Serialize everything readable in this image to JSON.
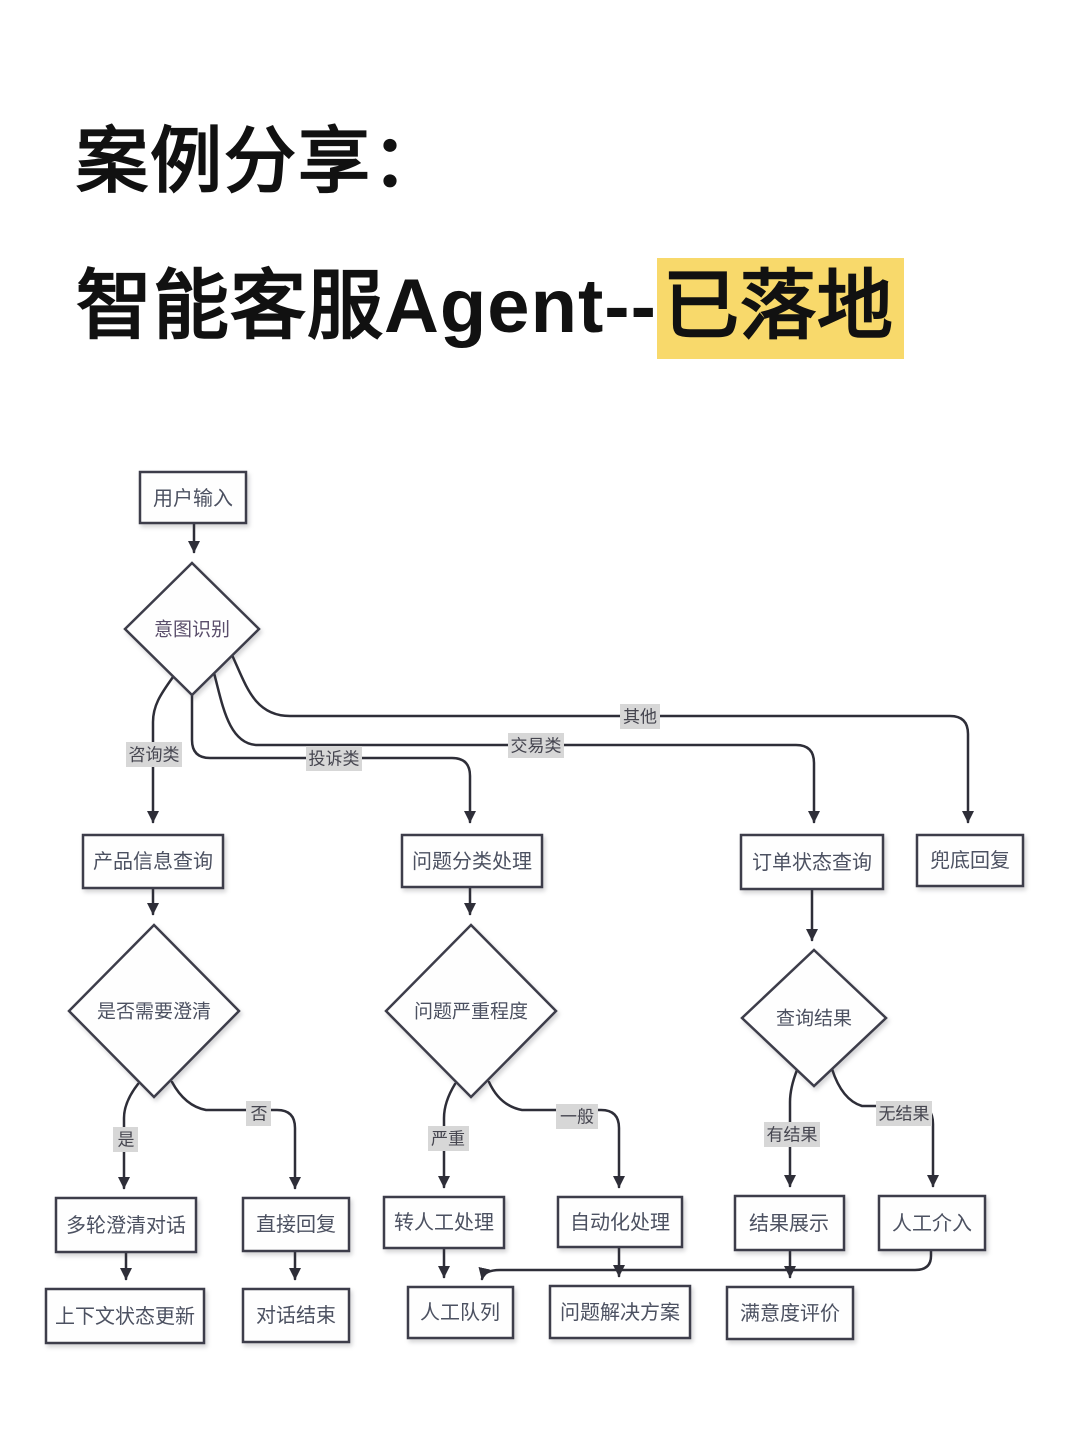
{
  "header": {
    "line1": "案例分享：",
    "line2_prefix": "智能客服Agent--",
    "line2_highlight": "已落地",
    "highlight_color": "#f8d96b",
    "text_color": "#111111"
  },
  "flowchart": {
    "colors": {
      "node_border": "#3d3d4a",
      "line": "#2e2e38",
      "node_text": "#4c5161",
      "intent_text": "#5a4e6b",
      "user_input_fill": "#d9e7f5",
      "intent_fill": "#eee6f3",
      "to_human_fill": "#f9dfe2",
      "human_queue_fill": "#faecd2",
      "edge_label_bg": "#d7d7d7",
      "edge_label_text": "#45454f"
    },
    "nodes": {
      "user_input": {
        "label": "用户输入"
      },
      "intent": {
        "label": "意图识别"
      },
      "product_info": {
        "label": "产品信息查询"
      },
      "problem_classify": {
        "label": "问题分类处理"
      },
      "order_status": {
        "label": "订单状态查询"
      },
      "fallback_reply": {
        "label": "兜底回复"
      },
      "need_clarify": {
        "label": "是否需要澄清"
      },
      "severity": {
        "label": "问题严重程度"
      },
      "query_result": {
        "label": "查询结果"
      },
      "multi_turn": {
        "label": "多轮澄清对话"
      },
      "direct_reply": {
        "label": "直接回复"
      },
      "to_human": {
        "label": "转人工处理"
      },
      "auto_process": {
        "label": "自动化处理"
      },
      "result_display": {
        "label": "结果展示"
      },
      "human_intervene": {
        "label": "人工介入"
      },
      "context_update": {
        "label": "上下文状态更新"
      },
      "dialog_end": {
        "label": "对话结束"
      },
      "human_queue": {
        "label": "人工队列"
      },
      "solution": {
        "label": "问题解决方案"
      },
      "satisfaction": {
        "label": "满意度评价"
      }
    },
    "edge_labels": {
      "consult": "咨询类",
      "complaint": "投诉类",
      "transaction": "交易类",
      "other": "其他",
      "yes": "是",
      "no": "否",
      "severe": "严重",
      "general": "一般",
      "has_result": "有结果",
      "no_result": "无结果"
    }
  }
}
